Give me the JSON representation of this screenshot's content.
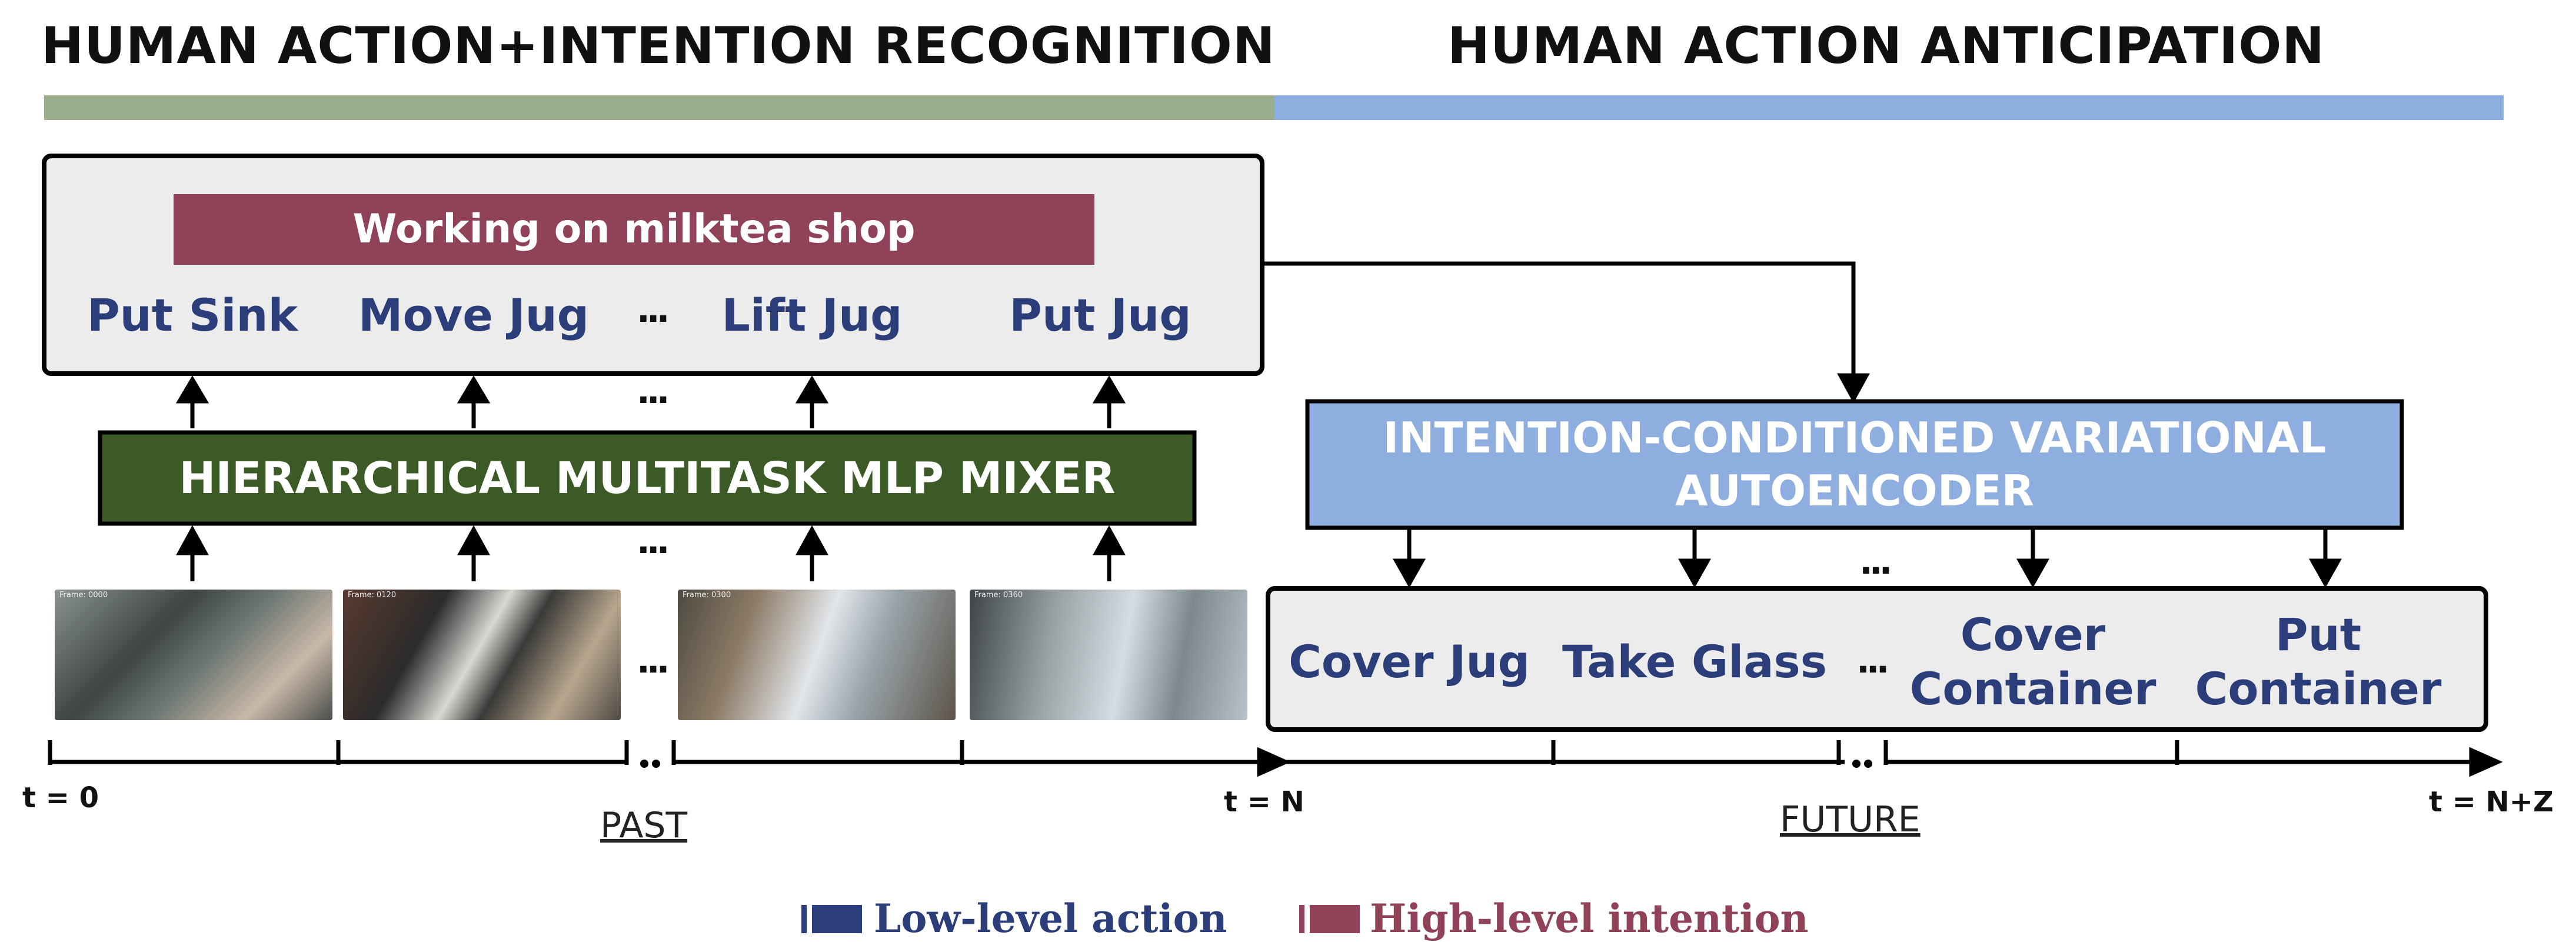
{
  "sections": {
    "left_title": "HUMAN ACTION+INTENTION RECOGNITION",
    "right_title": "HUMAN ACTION ANTICIPATION"
  },
  "recognition": {
    "intention_label": "Working on milktea shop",
    "actions": [
      "Put Sink",
      "Move Jug",
      "Lift Jug",
      "Put Jug"
    ],
    "ellipsis": "..."
  },
  "mixer": {
    "label": "HIERARCHICAL MULTITASK MLP MIXER"
  },
  "frames": {
    "items": [
      {
        "label": "Frame: 0000",
        "tone": "#5d6460"
      },
      {
        "label": "Frame: 0120",
        "tone": "#4a4238"
      },
      {
        "label": "Frame: 0300",
        "tone": "#6a6258"
      },
      {
        "label": "Frame: 0360",
        "tone": "#7c8280"
      }
    ],
    "ellipsis": "..."
  },
  "anticipation": {
    "cvae_label_line1": "INTENTION-CONDITIONED VARIATIONAL",
    "cvae_label_line2": "AUTOENCODER",
    "future_actions": [
      {
        "line1": "Cover Jug",
        "line2": ""
      },
      {
        "line1": "Take Glass",
        "line2": ""
      },
      {
        "line1": "Cover",
        "line2": "Container"
      },
      {
        "line1": "Put",
        "line2": "Container"
      }
    ],
    "ellipsis": "..."
  },
  "timeline": {
    "start_label": "t = 0",
    "mid_label": "t = N",
    "end_label": "t = N+Z",
    "past_label": "PAST",
    "future_label": "FUTURE"
  },
  "legend": {
    "low_label": "Low-level action",
    "high_label": "High-level intention"
  },
  "colors": {
    "low_level": "#2c3e7a",
    "high_level": "#8f4258",
    "green_bar": "#9aae8c",
    "blue_bar": "#8eaee0",
    "mixer_fill": "#3c5a26",
    "cvae_fill": "#8eaee0",
    "panel_fill": "#ececec"
  }
}
